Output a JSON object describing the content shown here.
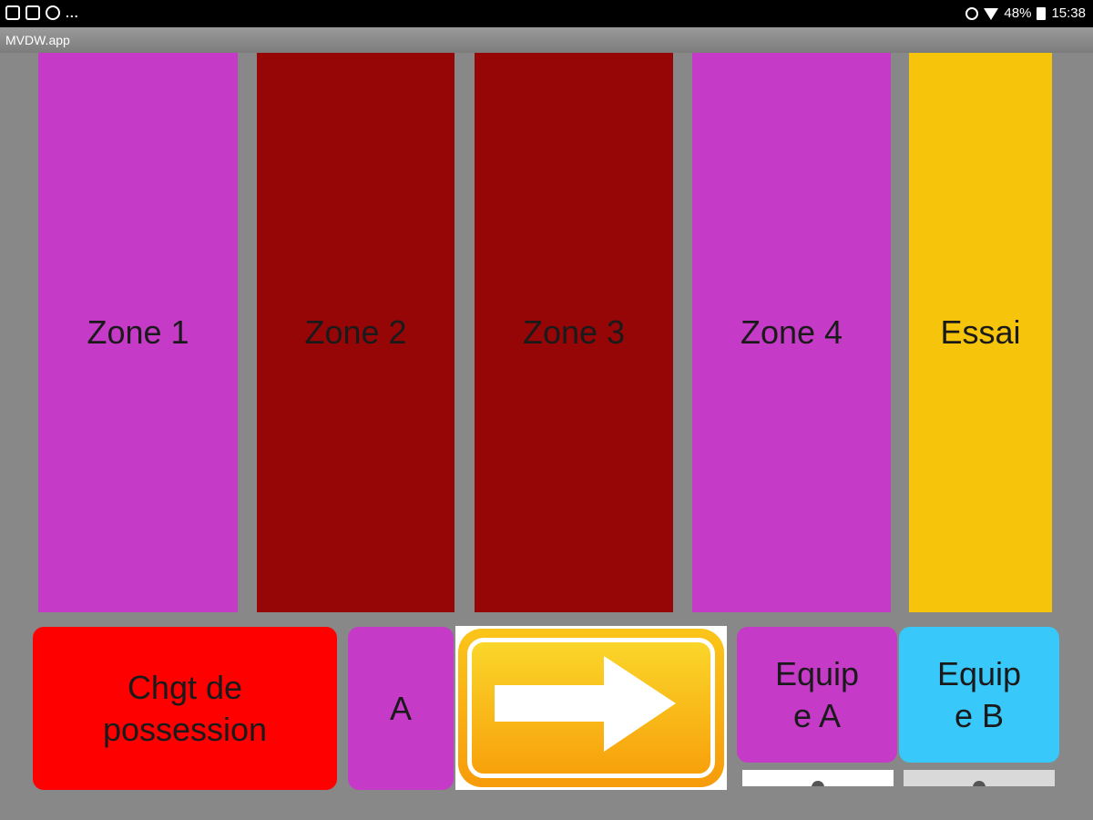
{
  "status_bar": {
    "left_icons": [
      "image-icon",
      "file-icon",
      "settings-icon"
    ],
    "ellipsis": "...",
    "battery_percent": "48%",
    "time": "15:38"
  },
  "app": {
    "title": "MVDW.app"
  },
  "zones": [
    {
      "label": "Zone 1",
      "color": "#c63ac8"
    },
    {
      "label": "Zone 2",
      "color": "#960606"
    },
    {
      "label": "Zone 3",
      "color": "#960606"
    },
    {
      "label": "Zone 4",
      "color": "#c63ac8"
    },
    {
      "label": "Essai",
      "color": "#f5c40b"
    }
  ],
  "controls": {
    "possession": {
      "line1": "Chgt de",
      "line2": "possession",
      "color": "#ff0000"
    },
    "team_indicator": {
      "label": "A",
      "color": "#c63ac8"
    },
    "next": {
      "icon": "arrow-right-icon"
    },
    "team_a": {
      "line1": "Equip",
      "line2": "e A",
      "color": "#c63ac8"
    },
    "team_b": {
      "line1": "Equip",
      "line2": "e B",
      "color": "#38c8fa"
    }
  },
  "colors": {
    "background": "#888888"
  }
}
